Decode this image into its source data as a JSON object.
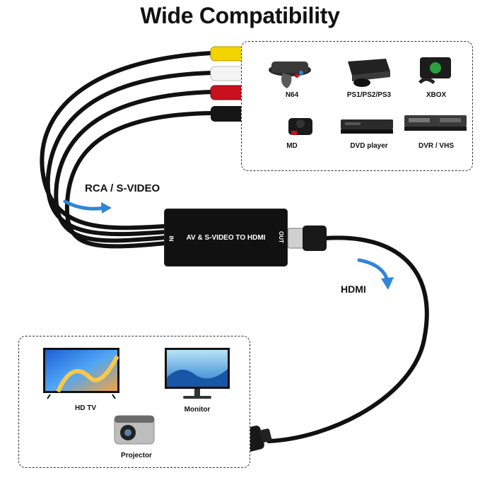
{
  "title": "Wide Compatibility",
  "labels": {
    "rca": "RCA / S-VIDEO",
    "hdmi": "HDMI",
    "converter": "AV & S-VIDEO TO HDMI",
    "in": "IN",
    "out": "OUT"
  },
  "sources": [
    {
      "label": "N64",
      "icon": "n64-console-icon"
    },
    {
      "label": "PS1/PS2/PS3",
      "icon": "playstation-console-icon"
    },
    {
      "label": "XBOX",
      "icon": "xbox-console-icon"
    },
    {
      "label": "MD",
      "icon": "md-console-icon"
    },
    {
      "label": "DVD player",
      "icon": "dvd-player-icon"
    },
    {
      "label": "DVR / VHS",
      "icon": "dvr-vhs-icon"
    }
  ],
  "outputs": [
    {
      "label": "HD TV",
      "icon": "hd-tv-icon"
    },
    {
      "label": "Monitor",
      "icon": "monitor-icon"
    },
    {
      "label": "Projector",
      "icon": "projector-icon"
    }
  ],
  "colors": {
    "cable": "#111111",
    "rca_yellow": "#f2d400",
    "rca_white": "#f2f2f2",
    "rca_red": "#c8101e",
    "arrow_blue": "#2f86d8"
  }
}
